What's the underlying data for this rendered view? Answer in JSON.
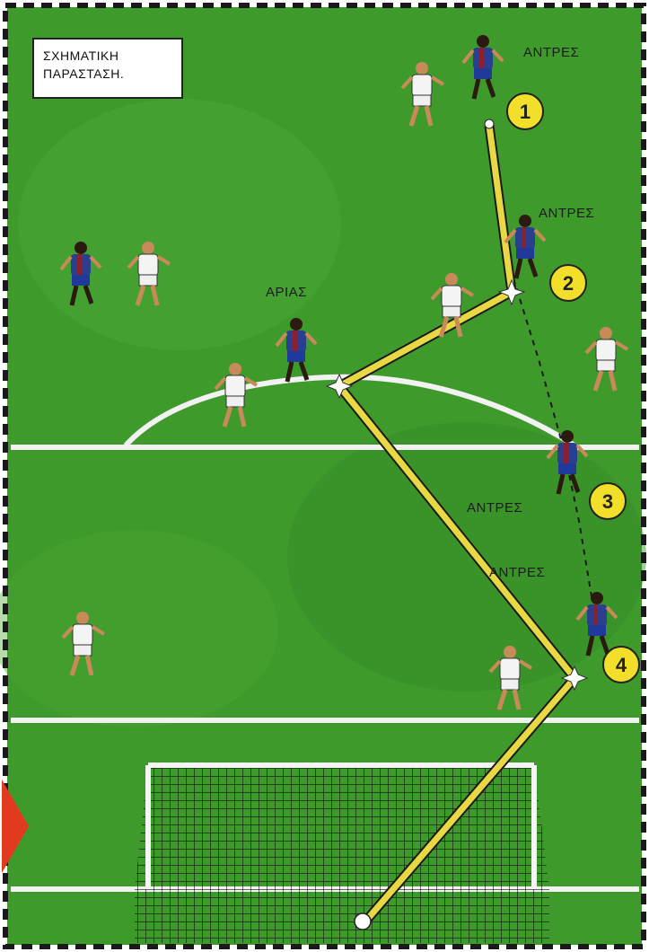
{
  "legend": {
    "line1": "ΣΧΗΜΑΤΙΚΗ",
    "line2": "ΠΑΡΑΣΤΑΣΗ."
  },
  "labels": {
    "antres_1": "ΑΝΤΡΕΣ",
    "antres_2": "ΑΝΤΡΕΣ",
    "antres_3": "ΑΝΤΡΕΣ",
    "antres_4": "ΑΝΤΡΕΣ",
    "arias": "ΑΡΙΑΣ"
  },
  "steps": [
    "1",
    "2",
    "3",
    "4"
  ],
  "colors": {
    "grass": "#3f9a2c",
    "grass_dark": "#2f8522",
    "pitch_line": "#f2f2f2",
    "ball_path": "#e8d944",
    "step_badge": "#f2df2a",
    "team_blue_shirt": "#2a3f8f",
    "team_blue_stripe": "#8c1f2e",
    "team_blue_shorts": "#1f3a9a",
    "team_white": "#f4f4f4",
    "corner_flag": "#e23a1e",
    "frame_dash": "#1a1a1a"
  },
  "icons": [
    "player-blue-icon",
    "player-white-icon",
    "ball-icon",
    "goal-net-icon",
    "corner-flag-icon",
    "impact-star-icon"
  ]
}
